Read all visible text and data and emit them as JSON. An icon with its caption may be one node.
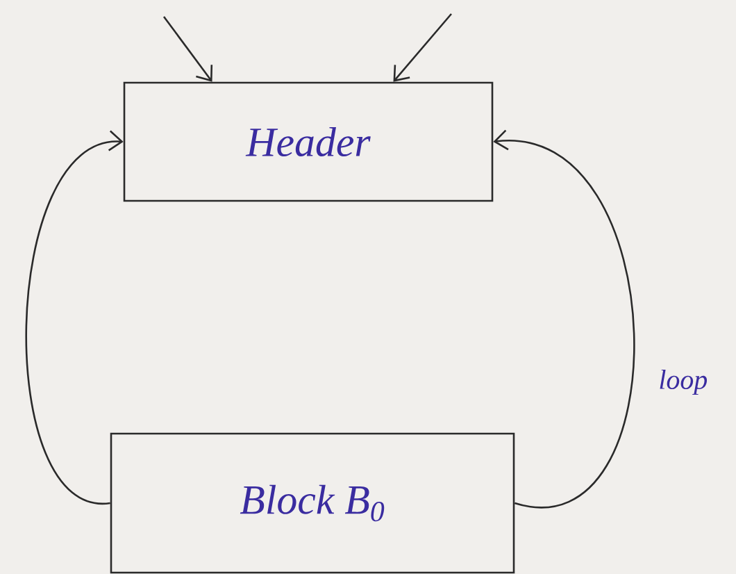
{
  "diagram": {
    "nodes": [
      {
        "text": [
          "Header"
        ]
      },
      {
        "text": [
          "Block B$_{0}$"
        ]
      }
    ],
    "edges": [
      {
        "from": null,
        "to": 0,
        "arrow": "to"
      },
      {
        "from": null,
        "to": 0,
        "arrow": "to"
      },
      {
        "from": 1,
        "to": 0,
        "arrow": "to"
      },
      {
        "from": 1,
        "to": 0,
        "arrow": "to",
        "label": "loop"
      }
    ]
  }
}
